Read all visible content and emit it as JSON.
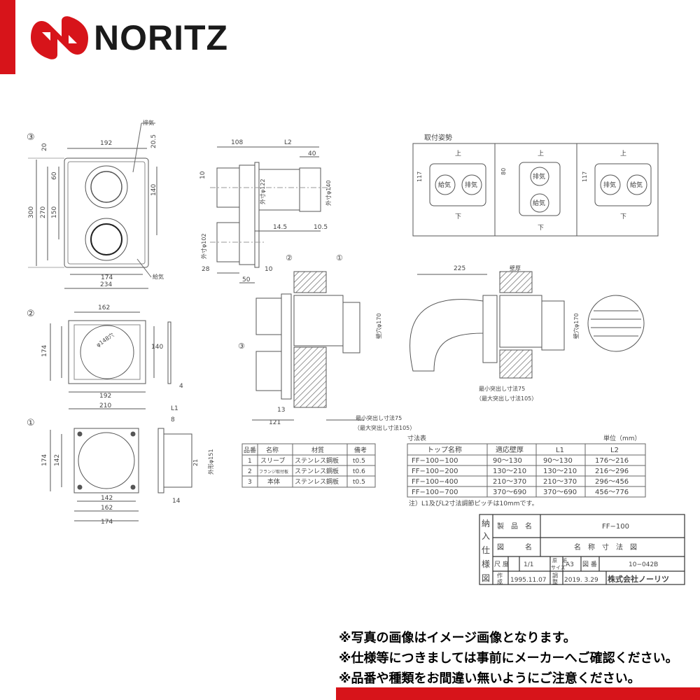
{
  "brand": {
    "name": "NORITZ",
    "color": "#d7141a"
  },
  "views": {
    "v3": {
      "num": "③",
      "dims": {
        "w192": "192",
        "w174": "174",
        "w234": "234",
        "h300": "300",
        "h270": "270",
        "h150": "150",
        "h60": "60",
        "h20": "20",
        "h205": "20.5",
        "h140": "140"
      },
      "labels": {
        "exhaust": "排気",
        "supply": "給気"
      }
    },
    "side": {
      "dims": {
        "d108": "108",
        "dL2": "L2",
        "d40": "40",
        "d10": "10",
        "d145": "14.5",
        "d105": "10.5",
        "d28": "28",
        "d10b": "10",
        "d50": "50"
      },
      "labels": {
        "od122": "外寸φ122",
        "od140": "外寸φ140",
        "od102": "外寸φ102"
      }
    },
    "v2": {
      "num": "②",
      "dims": {
        "d162": "162",
        "d174": "174",
        "d140": "140",
        "d192": "192",
        "d210": "210",
        "d4": "4"
      },
      "hole": "φ148穴"
    },
    "v1": {
      "num": "①",
      "dims": {
        "d174": "174",
        "d142": "142",
        "d142b": "142",
        "d162": "162",
        "d174b": "174",
        "dL1": "L1",
        "d8": "8",
        "d21": "21",
        "d14": "14"
      },
      "od151": "外形φ151"
    },
    "orient": {
      "title": "取付姿勢",
      "top": "上",
      "bottom": "下",
      "h117": "117",
      "h80": "80",
      "exhaust": "排気",
      "supply": "給気"
    },
    "install1": {
      "balloons": [
        "②",
        "①",
        "③"
      ],
      "wall_hole": "壁穴φ170",
      "d13": "13",
      "d121": "121",
      "min": "最小突出し寸法75",
      "max": "（最大突出し寸法105）"
    },
    "install2": {
      "d225": "225",
      "wall": "壁厚",
      "wall_hole": "壁穴φ170",
      "min": "最小突出し寸法75",
      "max": "（最大突出し寸法105）"
    }
  },
  "parts_table": {
    "headers": [
      "品番",
      "名称",
      "材質",
      "備考"
    ],
    "rows": [
      [
        "1",
        "スリーブ",
        "ステンレス鋼板",
        "t0.5"
      ],
      [
        "2",
        "フランジ取付板",
        "ステンレス鋼板",
        "t0.6"
      ],
      [
        "3",
        "本体",
        "ステンレス鋼板",
        "t0.5"
      ]
    ]
  },
  "dim_table": {
    "title": "寸法表",
    "unit": "単位（mm）",
    "headers": [
      "トップ名称",
      "適応壁厚",
      "L1",
      "L2"
    ],
    "rows": [
      [
        "FF−100−100",
        "90〜130",
        "90〜130",
        "176〜216"
      ],
      [
        "FF−100−200",
        "130〜210",
        "130〜210",
        "216〜296"
      ],
      [
        "FF−100−400",
        "210〜370",
        "210〜370",
        "296〜456"
      ],
      [
        "FF−100−700",
        "370〜690",
        "370〜690",
        "456〜776"
      ]
    ],
    "note": "注）L1及びL2寸法調節ピッチは10mmです。"
  },
  "title_block": {
    "side_chars": [
      "納",
      "入",
      "仕",
      "様",
      "図"
    ],
    "product_label": "製　品　名",
    "product": "FF−100",
    "fig_label": "図　　　名",
    "fig": "名　称　寸　法　図",
    "scale_label": "尺 度",
    "scale": "1/1",
    "paper_label_1": "原　紙",
    "paper_label_2": "サイズ",
    "paper": "A3",
    "drawing_no_label": "図 番",
    "drawing_no": "10−042B",
    "made_label_1": "作",
    "made_label_2": "成",
    "made": "1995.11.07",
    "adj_label_1": "調",
    "adj_label_2": "整",
    "adj": "2019. 3.29",
    "company": "株式会社ノーリツ"
  },
  "notes": [
    "※写真の画像はイメージ画像となります。",
    "※仕様等につきましては事前にメーカーへご確認ください。",
    "※品番や種類をお間違い無いようにご注意ください。"
  ]
}
